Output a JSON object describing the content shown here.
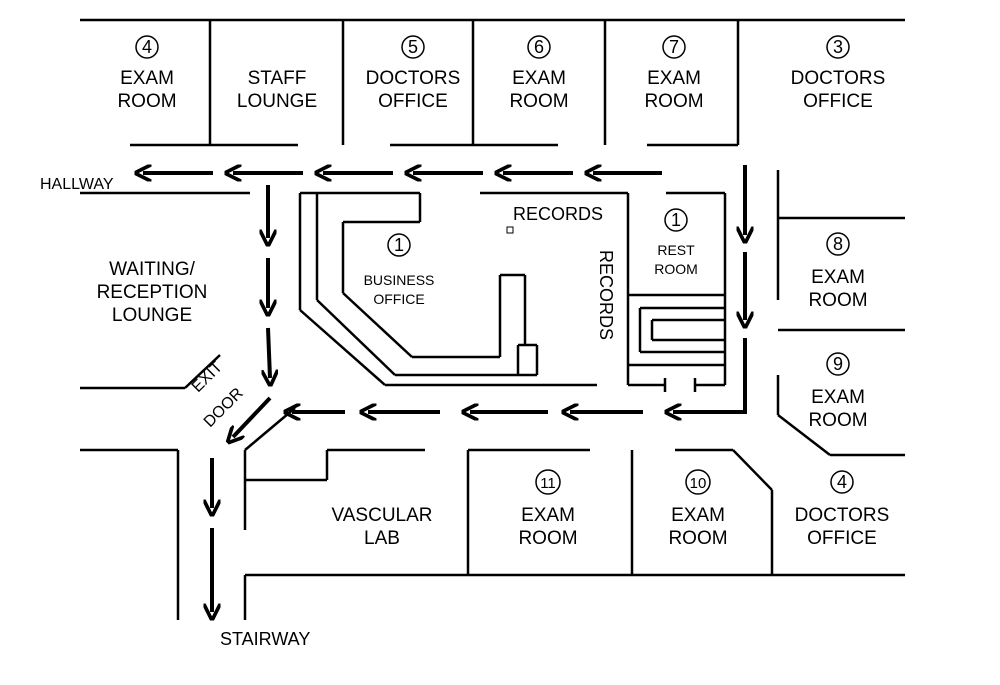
{
  "rooms": {
    "exam_4": {
      "num": "4",
      "line1": "EXAM",
      "line2": "ROOM"
    },
    "staff": {
      "line1": "STAFF",
      "line2": "LOUNGE"
    },
    "doctors_5": {
      "num": "5",
      "line1": "DOCTORS",
      "line2": "OFFICE"
    },
    "exam_6": {
      "num": "6",
      "line1": "EXAM",
      "line2": "ROOM"
    },
    "exam_7": {
      "num": "7",
      "line1": "EXAM",
      "line2": "ROOM"
    },
    "doctors_3": {
      "num": "3",
      "line1": "DOCTORS",
      "line2": "OFFICE"
    },
    "exam_8": {
      "num": "8",
      "line1": "EXAM",
      "line2": "ROOM"
    },
    "exam_9": {
      "num": "9",
      "line1": "EXAM",
      "line2": "ROOM"
    },
    "doctors_4": {
      "num": "4",
      "line1": "DOCTORS",
      "line2": "OFFICE"
    },
    "exam_10": {
      "num": "10",
      "line1": "EXAM",
      "line2": "ROOM"
    },
    "exam_11": {
      "num": "11",
      "line1": "EXAM",
      "line2": "ROOM"
    },
    "vascular": {
      "line1": "VASCULAR",
      "line2": "LAB"
    },
    "waiting": {
      "line1": "WAITING/",
      "line2": "RECEPTION",
      "line3": "LOUNGE"
    },
    "business": {
      "num": "1",
      "line1": "BUSINESS",
      "line2": "OFFICE"
    },
    "rest": {
      "num": "1",
      "line1": "REST",
      "line2": "ROOM"
    }
  },
  "labels": {
    "hallway": "HALLWAY",
    "records_h": "RECORDS",
    "records_v": "RECORDS",
    "exit_1": "EXIT",
    "exit_2": "DOOR",
    "stairway": "STAIRWAY"
  }
}
